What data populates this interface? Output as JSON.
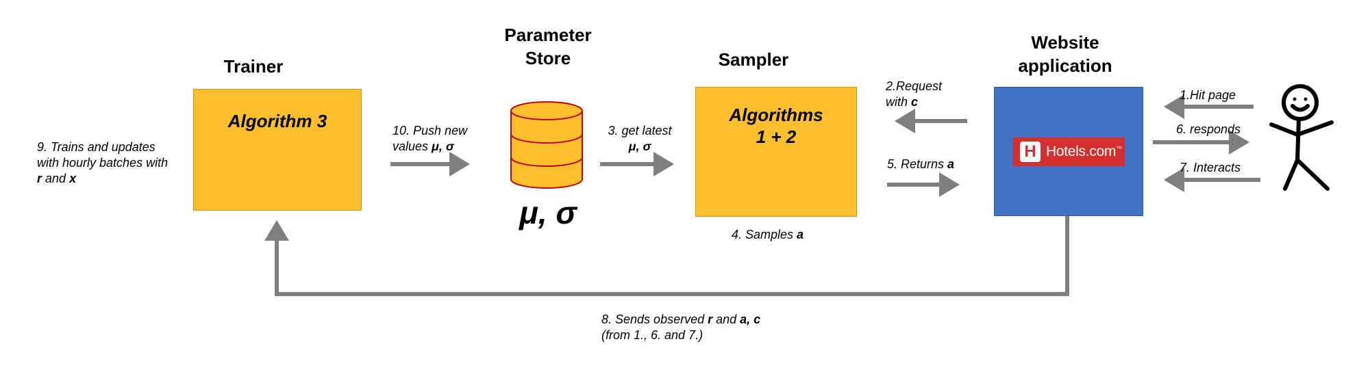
{
  "titles": {
    "trainer": "Trainer",
    "parameter_store_line1": "Parameter",
    "parameter_store_line2": "Store",
    "sampler": "Sampler",
    "website_line1": "Website",
    "website_line2": "application"
  },
  "boxes": {
    "trainer_label": "Algorithm 3",
    "sampler_label_line1": "Algorithms",
    "sampler_label_line2": "1 + 2"
  },
  "store_symbol": "μ, σ",
  "logo": {
    "brand": "Hotels.com",
    "tm": "™",
    "mark": "H"
  },
  "annotations": {
    "trains_line1": "9. Trains and updates",
    "trains_line2": "with hourly batches with",
    "trains_line3_r": "r",
    "trains_line3_and": " and ",
    "trains_line3_x": "x",
    "push_line1": "10. Push new",
    "push_line2_a": "values ",
    "push_line2_b": "μ, σ",
    "get_line1": "3. get latest",
    "get_line2": "μ, σ",
    "samples_a": "4. Samples ",
    "samples_b": "a",
    "request_line1": "2.Request",
    "request_line2_a": "with ",
    "request_line2_b": "c",
    "returns_a": "5. Returns ",
    "returns_b": "a",
    "hit_page": "1.Hit page",
    "responds": "6. responds",
    "interacts": "7. Interacts",
    "sends_line1_a": "8. Sends observed ",
    "sends_line1_b": "r",
    "sends_line1_c": " and ",
    "sends_line1_d": "a, c",
    "sends_line2": "(from 1., 6. and 7.)"
  },
  "colors": {
    "box_yellow": "#FBBE2C",
    "box_blue": "#4472C4",
    "arrow_gray": "#7F7F7F",
    "logo_red": "#D32F2F",
    "cylinder_outline": "#C00000"
  },
  "icons": [
    "database-cylinder-icon",
    "stick-figure-user-icon",
    "hotels-logo-icon"
  ]
}
